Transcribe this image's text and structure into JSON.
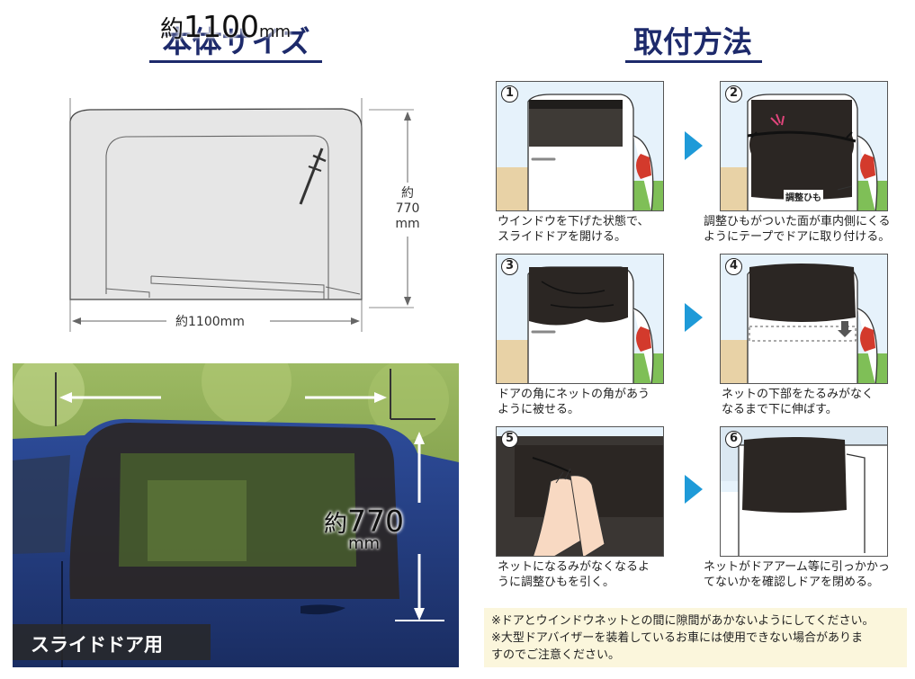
{
  "size_section": {
    "title": "本体サイズ",
    "width_label": "約1100mm",
    "height_label": [
      "約",
      "770",
      "mm"
    ]
  },
  "photo": {
    "width_prefix": "約",
    "width_value": "1100",
    "width_unit": "mm",
    "height_prefix": "約",
    "height_value": "770",
    "height_unit": "mm",
    "badge": "スライドドア用"
  },
  "install_section": {
    "title": "取付方法",
    "steps": [
      {
        "num": "1",
        "lines": [
          "ウインドウを下げた状態で、",
          "スライドドアを開ける。"
        ]
      },
      {
        "num": "2",
        "lines": [
          "調整ひもがついた面が車内側にくる",
          "ようにテープでドアに取り付ける。"
        ],
        "callout": "調整ひも"
      },
      {
        "num": "3",
        "lines": [
          "ドアの角にネットの角があう",
          "ように被せる。"
        ]
      },
      {
        "num": "4",
        "lines": [
          "ネットの下部をたるみがなく",
          "なるまで下に伸ばす。"
        ]
      },
      {
        "num": "5",
        "lines": [
          "ネットになるみがなくなるよ",
          "うに調整ひもを引く。"
        ]
      },
      {
        "num": "6",
        "lines": [
          "ネットがドアアーム等に引っかかっ",
          "てないかを確認しドアを閉める。"
        ]
      }
    ]
  },
  "notes": [
    "※ドアとウインドウネットとの間に隙間があかないようにしてください。",
    "※大型ドアバイザーを装着しているお車には使用できない場合がありま",
    "すのでご注意ください。"
  ],
  "colors": {
    "heading": "#1d2a6b",
    "arrow": "#1e9ad8",
    "note_bg": "#fbf6dc",
    "net": "#2b2623"
  }
}
